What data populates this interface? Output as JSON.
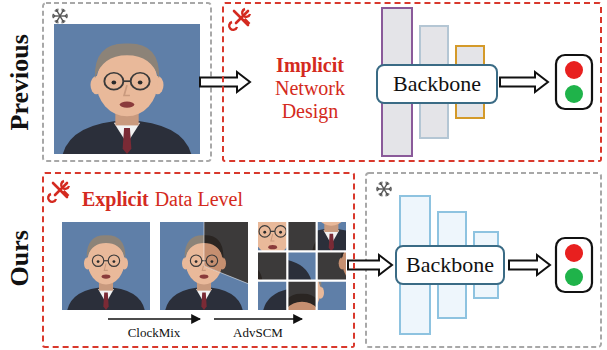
{
  "diagram": {
    "nodes": [
      {
        "text": [
          "Implicit",
          "Network Design"
        ]
      },
      {
        "text": [
          "Backbone"
        ],
        "in": 0
      },
      {
        "text": [
          "Explicit",
          "Data Level"
        ]
      },
      {
        "text": [
          "Backbone"
        ]
      }
    ],
    "labels": [
      "Previous",
      "Ours",
      "ClockMix",
      "AdvSCM"
    ]
  }
}
